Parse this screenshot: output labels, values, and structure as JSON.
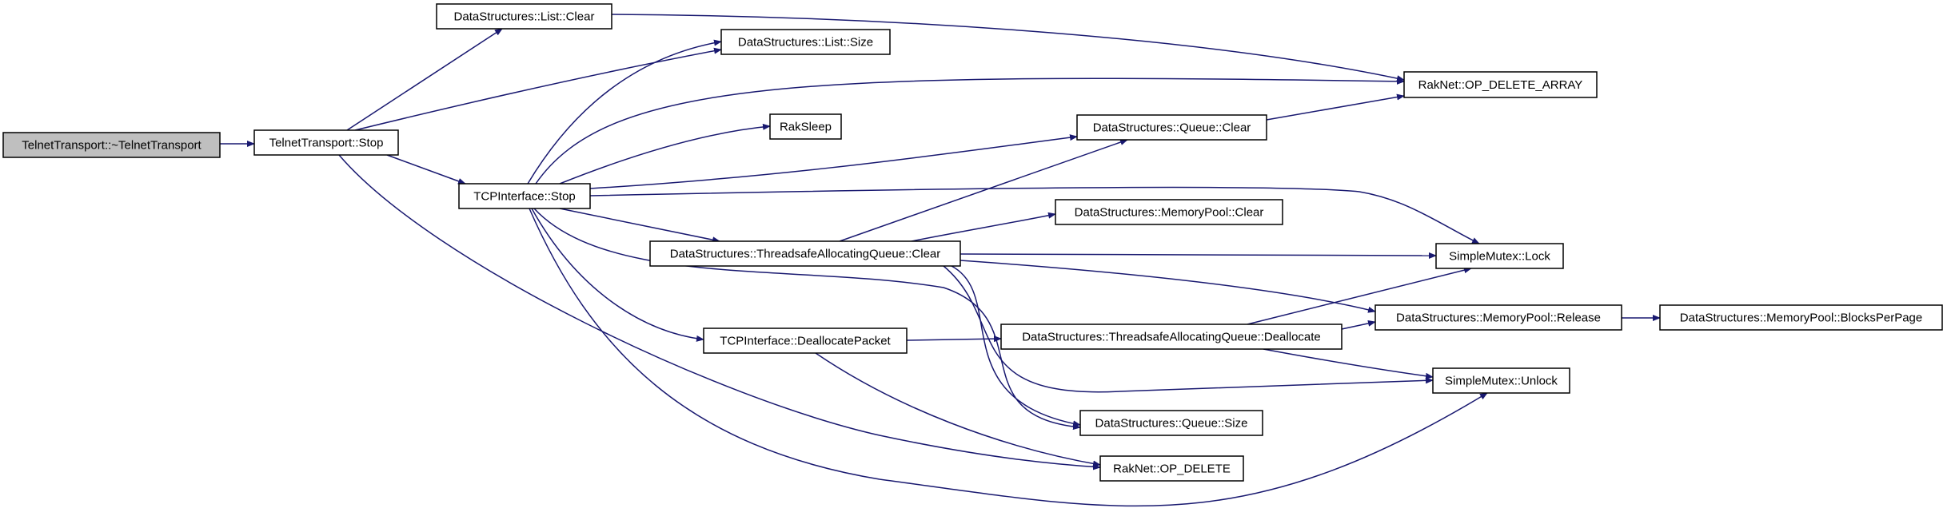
{
  "colors": {
    "edge": "#191970",
    "node_fill": "#ffffff",
    "root_fill": "#bfbfbf",
    "border": "#000000",
    "text": "#000000"
  },
  "nodes": [
    {
      "id": "n0",
      "label": "TelnetTransport::~TelnetTransport",
      "root": true
    },
    {
      "id": "n1",
      "label": "TelnetTransport::Stop"
    },
    {
      "id": "n2",
      "label": "DataStructures::List::Clear"
    },
    {
      "id": "n3",
      "label": "DataStructures::List::Size"
    },
    {
      "id": "n4",
      "label": "RakNet::OP_DELETE_ARRAY"
    },
    {
      "id": "n5",
      "label": "TCPInterface::Stop"
    },
    {
      "id": "n6",
      "label": "RakSleep"
    },
    {
      "id": "n7",
      "label": "DataStructures::Queue::Clear"
    },
    {
      "id": "n8",
      "label": "SimpleMutex::Lock"
    },
    {
      "id": "n9",
      "label": "DataStructures::ThreadsafeAllocatingQueue::Clear"
    },
    {
      "id": "n10",
      "label": "DataStructures::MemoryPool::Clear"
    },
    {
      "id": "n11",
      "label": "DataStructures::MemoryPool::Release"
    },
    {
      "id": "n12",
      "label": "DataStructures::MemoryPool::BlocksPerPage"
    },
    {
      "id": "n13",
      "label": "TCPInterface::DeallocatePacket"
    },
    {
      "id": "n14",
      "label": "DataStructures::ThreadsafeAllocatingQueue::Deallocate"
    },
    {
      "id": "n15",
      "label": "SimpleMutex::Unlock"
    },
    {
      "id": "n16",
      "label": "DataStructures::Queue::Size"
    },
    {
      "id": "n17",
      "label": "RakNet::OP_DELETE"
    }
  ],
  "edges": [
    {
      "from": "n0",
      "to": "n1"
    },
    {
      "from": "n1",
      "to": "n2"
    },
    {
      "from": "n1",
      "to": "n3"
    },
    {
      "from": "n1",
      "to": "n5"
    },
    {
      "from": "n1",
      "to": "n17"
    },
    {
      "from": "n2",
      "to": "n4"
    },
    {
      "from": "n5",
      "to": "n3"
    },
    {
      "from": "n5",
      "to": "n4"
    },
    {
      "from": "n5",
      "to": "n6"
    },
    {
      "from": "n5",
      "to": "n7"
    },
    {
      "from": "n5",
      "to": "n8"
    },
    {
      "from": "n5",
      "to": "n9"
    },
    {
      "from": "n5",
      "to": "n13"
    },
    {
      "from": "n5",
      "to": "n16"
    },
    {
      "from": "n5",
      "to": "n15"
    },
    {
      "from": "n7",
      "to": "n4"
    },
    {
      "from": "n9",
      "to": "n7"
    },
    {
      "from": "n9",
      "to": "n10"
    },
    {
      "from": "n9",
      "to": "n8"
    },
    {
      "from": "n9",
      "to": "n11"
    },
    {
      "from": "n9",
      "to": "n16"
    },
    {
      "from": "n9",
      "to": "n15"
    },
    {
      "from": "n11",
      "to": "n12"
    },
    {
      "from": "n13",
      "to": "n14"
    },
    {
      "from": "n13",
      "to": "n17"
    },
    {
      "from": "n14",
      "to": "n8"
    },
    {
      "from": "n14",
      "to": "n11"
    },
    {
      "from": "n14",
      "to": "n15"
    }
  ]
}
